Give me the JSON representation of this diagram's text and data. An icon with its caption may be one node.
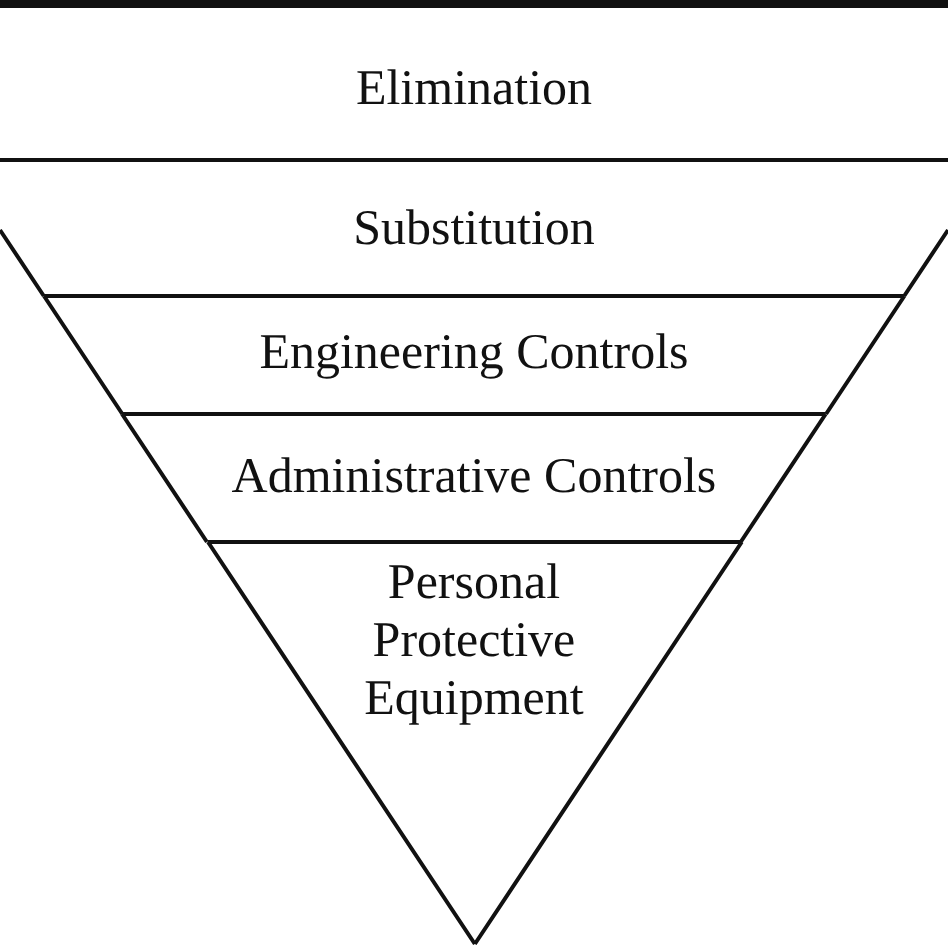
{
  "diagram": {
    "nodes": [
      {
        "text": [
          "Elimination"
        ]
      },
      {
        "text": [
          "Substitution"
        ]
      },
      {
        "text": [
          "Engineering Controls"
        ]
      },
      {
        "text": [
          "Administrative Controls"
        ]
      },
      {
        "text": [
          "Personal Protective Equipment"
        ]
      }
    ]
  }
}
